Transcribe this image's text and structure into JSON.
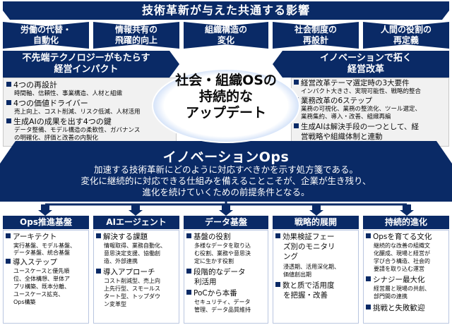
{
  "header": {
    "title": "技術革新が与えた共通する影響"
  },
  "impacts": [
    {
      "line1": "労働の代替・",
      "line2": "自動化"
    },
    {
      "line1": "情報共有の",
      "line2": "飛躍的向上"
    },
    {
      "line1": "組織構造の",
      "line2": "変化"
    },
    {
      "line1": "社会制度の",
      "line2": "再設計"
    },
    {
      "line1": "人間の役割の",
      "line2": "再定義"
    }
  ],
  "left": {
    "title_line1": "不先端テクノロジーがもたらす",
    "title_line2": "経営インパクト",
    "b1": "4つの再設計",
    "b1_sub": "時間軸、信頼性、事業構造、人材と組織",
    "b2": "4つの価値ドライバー",
    "b2_sub": "売上向上、コスト削減、リスク低減、人材活用",
    "b3": "生成AIの成果を出す4つの鍵",
    "b3_sub1": "データ整備、モデル構造の柔軟性、ガバナンス",
    "b3_sub2": "の明確化、評価と改善の内製化"
  },
  "right": {
    "title_line1": "イノベーションで拓く",
    "title_line2": "経営改革",
    "b1": "経営改革テーマ選定時の3大要件",
    "b1_sub": "インパクト大きさ、実現可能性、戦略的整合",
    "b2": "業務改革の6ステップ",
    "b2_sub1": "業務の可視化、業務の整流化、ツール選定、",
    "b2_sub2": "業務集約、導入・改善、組織再編",
    "b3_line1": "生成AIは解決手段の一つとして、経",
    "b3_line2": "営戦略や組織体制と連動"
  },
  "center": {
    "line1": "社会・組織OSの",
    "line2": "持続的な",
    "line3": "アップデート"
  },
  "ops": {
    "title": "イノベーションOps",
    "desc1": "加速する技術革新にどのように対応すべきかを示す処方箋である。",
    "desc2": "変化に継続的に対応できる仕組みを備えることこそが、企業が生き残り、",
    "desc3": "進化を続けていくための前提条件となる。"
  },
  "columns": [
    {
      "title": "Ops推進基盤",
      "b1": "アーキテクト",
      "b1_sub": [
        "実行基盤、モデル基盤、",
        "データ基盤、統合基盤"
      ],
      "b2": "導入ステップ",
      "b2_sub": [
        "ユースケースと優先順",
        "位、全体構想、単体ア",
        "プリ構築、既本分離、",
        "ユースケース拡充、",
        "Ops構築"
      ]
    },
    {
      "title": "AIエージェント",
      "b1": "解決する課題",
      "b1_sub": [
        "情報取得、業務自動化、",
        "意思決定支援、協働創",
        "造、外部連携"
      ],
      "b2": "導入アプローチ",
      "b2_sub": [
        "コスト削減型、売上向",
        "上先行型、スモールス",
        "タート型、トップダウ",
        "ン変革型"
      ]
    },
    {
      "title": "データ基盤",
      "b1": "基盤の役割",
      "b1_sub": [
        "多様なデータを取り込",
        "む役割、業務や意思決",
        "定に生かす役割"
      ],
      "b2_l1": "段階的なデータ",
      "b2_l2": "利活用",
      "b3": "PoCから本番",
      "b3_sub": [
        "セキュリティ、データ",
        "管理、データ品質維持"
      ]
    },
    {
      "title": "戦略的展開",
      "b1_l1": "効果検証フェー",
      "b1_l2": "ズ別のモニタリ",
      "b1_l3": "ング",
      "b1_sub": [
        "浸透期、活用深化期、",
        "価値創出期"
      ],
      "b2_l1": "数と质で活用度",
      "b2_l2": "を把握・改善"
    },
    {
      "title": "持続的進化",
      "b1": "Opsを育てる文化",
      "b1_sub": [
        "継続的な改善の組織文",
        "化醸成、現場と経営が",
        "学び合う構造、社会的",
        "要請を取り込む運営"
      ],
      "b2": "シナジー最大化",
      "b2_sub": [
        "経営層と現場の共創、",
        "部門間の連携"
      ],
      "b3": "挑戦と失敗歓迎"
    }
  ],
  "colors": {
    "navy": "#0a2a66",
    "light_box": "#f1f1f1",
    "accent_blue": "#2f6fc8"
  }
}
